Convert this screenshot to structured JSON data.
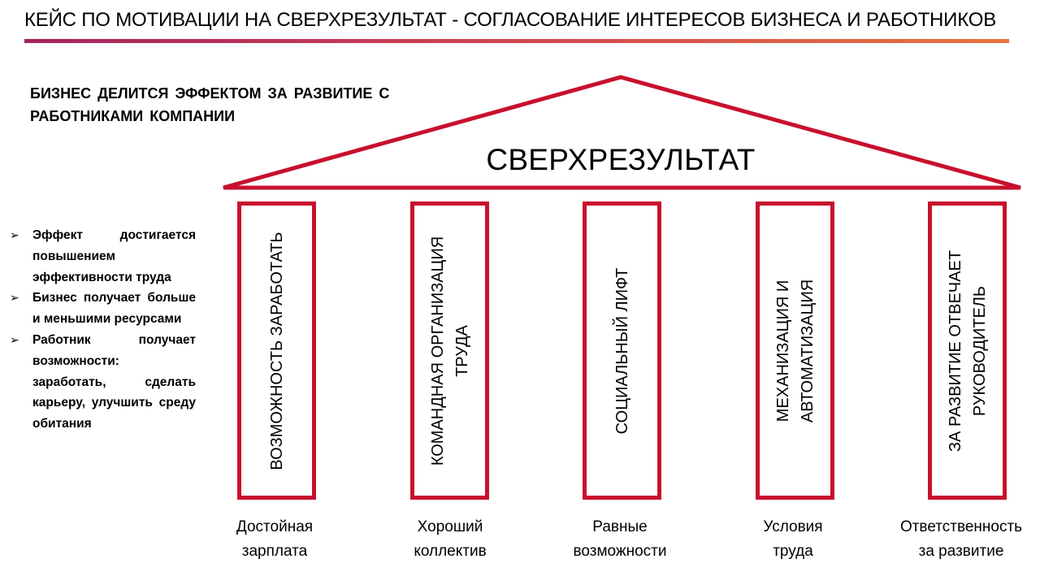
{
  "header": {
    "title": "КЕЙС ПО МОТИВАЦИИ НА СВЕРХРЕЗУЛЬТАТ - СОГЛАСОВАНИЕ ИНТЕРЕСОВ БИЗНЕСА И РАБОТНИКОВ"
  },
  "headline": {
    "line1": "БИЗНЕС ДЕЛИТСЯ ЭФФЕКТОМ ЗА РАЗВИТИЕ С",
    "line2": "РАБОТНИКАМИ КОМПАНИИ"
  },
  "bullets": [
    "Эффект достигается повышением эффективности труда",
    "Бизнес получает больше и меньшими ресурсами",
    "Работник получает возможности: заработать, сделать карьеру, улучшить среду обитания"
  ],
  "roof": {
    "title": "СВЕРХРЕЗУЛЬТАТ"
  },
  "pillars": [
    {
      "line1": "ВОЗМОЖНОСТЬ ЗАРАБОТАТЬ",
      "line2": ""
    },
    {
      "line1": "КОМАНДНАЯ ОРГАНИЗАЦИЯ",
      "line2": "ТРУДА"
    },
    {
      "line1": "СОЦИАЛЬНЫЙ ЛИФТ",
      "line2": ""
    },
    {
      "line1": "МЕХАНИЗАЦИЯ И",
      "line2": "АВТОМАТИЗАЦИЯ"
    },
    {
      "line1": "ЗА РАЗВИТИЕ ОТВЕЧАЕТ",
      "line2": "РУКОВОДИТЕЛЬ"
    }
  ],
  "captions": [
    {
      "line1": "Достойная",
      "line2": "зарплата"
    },
    {
      "line1": "Хороший",
      "line2": "коллектив"
    },
    {
      "line1": "Равные",
      "line2": "возможности"
    },
    {
      "line1": "Условия",
      "line2": "труда"
    },
    {
      "line1": "Ответственность",
      "line2": "за развитие"
    }
  ],
  "colors": {
    "accent": "#c8102e",
    "title_rule_start": "#a3235e",
    "title_rule_end": "#e8743f"
  },
  "icons": {
    "bullet": "arrowhead-bullet-icon"
  }
}
